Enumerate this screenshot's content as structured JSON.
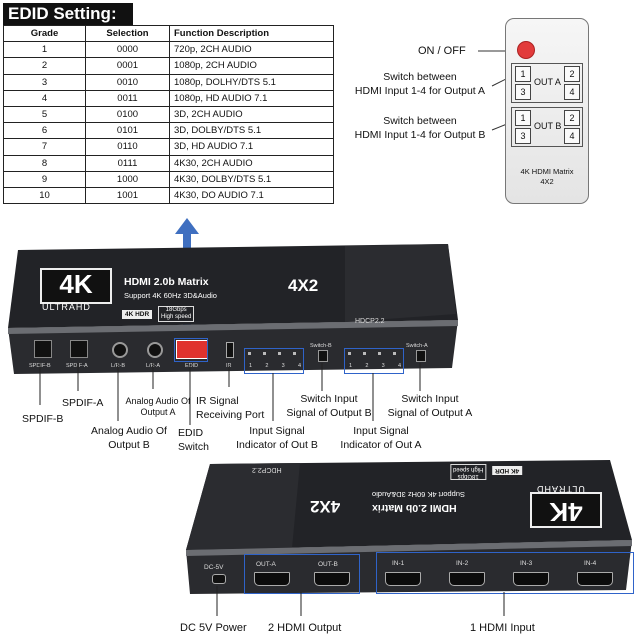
{
  "edid": {
    "title": "EDID Setting:",
    "headers": [
      "Grade",
      "Selection",
      "Function Description"
    ],
    "rows": [
      [
        "1",
        "0000",
        "720p, 2CH AUDIO"
      ],
      [
        "2",
        "0001",
        "1080p, 2CH AUDIO"
      ],
      [
        "3",
        "0010",
        "1080p, DOLHY/DTS 5.1"
      ],
      [
        "4",
        "0011",
        "1080p, HD AUDIO 7.1"
      ],
      [
        "5",
        "0100",
        "3D, 2CH AUDIO"
      ],
      [
        "6",
        "0101",
        "3D, DOLBY/DTS 5.1"
      ],
      [
        "7",
        "0110",
        "3D, HD AUDIO 7.1"
      ],
      [
        "8",
        "0111",
        "4K30, 2CH AUDIO"
      ],
      [
        "9",
        "1000",
        "4K30, DOLBY/DTS 5.1"
      ],
      [
        "10",
        "1001",
        "4K30, DO AUDIO 7.1"
      ]
    ]
  },
  "remote": {
    "on_off": "ON / OFF",
    "switch_a_l1": "Switch between",
    "switch_a_l2": "HDMI Input 1-4 for Output A",
    "switch_b_l1": "Switch between",
    "switch_b_l2": "HDMI Input 1-4 for Output B",
    "out_a": "OUT A",
    "out_b": "OUT B",
    "btn1": "1",
    "btn2": "2",
    "btn3": "3",
    "btn4": "4",
    "model_l1": "4K HDMI Matrix",
    "model_l2": "4X2"
  },
  "device_front": {
    "logo_4k": "4K",
    "ultrahd": "ULTRAHD",
    "title": "HDMI 2.0b Matrix",
    "title_size": "4X2",
    "subtitle": "Support 4K 60Hz 3D&Audio",
    "badge_hdr": "4K HDR",
    "badge_speed_1": "18Gbps",
    "badge_speed_2": "High speed",
    "hdcp": "HDCP2.2",
    "port_spdif_b": "SPDIF-B",
    "port_spdif_a": "SPDIF-A",
    "port_lr_b": "L/R-B",
    "port_lr_a": "L/R-A",
    "port_edid": "EDID",
    "port_ir": "IR",
    "switch_b": "Switch-B",
    "switch_a": "Switch-A",
    "led1": "1",
    "led2": "2",
    "led3": "3",
    "led4": "4"
  },
  "labels": {
    "spdif_b": "SPDIF-B",
    "spdif_a": "SPDIF-A",
    "analog_a_l1": "Analog Audio Of",
    "analog_a_l2": "Output A",
    "analog_b_l1": "Analog Audio Of",
    "analog_b_l2": "Output B",
    "edid_l1": "EDID",
    "edid_l2": "Switch",
    "ir_l1": "IR Signal",
    "ir_l2": "Receiving Port",
    "ind_b_l1": "Input Signal",
    "ind_b_l2": "Indicator of Out B",
    "sw_b_l1": "Switch Input",
    "sw_b_l2": "Signal of Output B",
    "ind_a_l1": "Input Signal",
    "ind_a_l2": "Indicator of Out A",
    "sw_a_l1": "Switch Input",
    "sw_a_l2": "Signal of Output A",
    "dc_power": "DC 5V Power",
    "hdmi_output": "2 HDMI Output",
    "hdmi_input": "1 HDMI Input"
  },
  "device_back": {
    "dc": "DC-5V",
    "out_a": "OUT-A",
    "out_b": "OUT-B",
    "in1": "IN-1",
    "in2": "IN-2",
    "in3": "IN-3",
    "in4": "IN-4",
    "hdcp": "HDCP2.2",
    "title": "HDMI 2.0b Matrix",
    "title_size": "4X2",
    "subtitle": "Support 4K 60Hz 3D&Audio",
    "logo_4k": "4K",
    "ultrahd": "ULTRAHD",
    "badge_hdr": "4K HDR",
    "badge_speed_1": "18Gbps",
    "badge_speed_2": "High speed"
  },
  "colors": {
    "arrow": "#3f6fc0",
    "device": "#1e1f23",
    "remote_power": "#e23b3b",
    "edid_switch": "#e0322e",
    "port_outline": "#2f63c9"
  }
}
